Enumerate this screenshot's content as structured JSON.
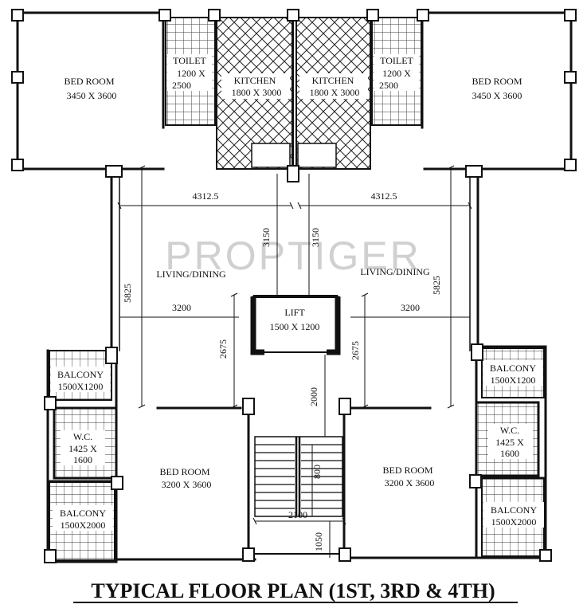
{
  "title": "TYPICAL FLOOR PLAN (1ST, 3RD & 4TH)",
  "watermark": "PROPTIGER",
  "left_unit": {
    "bedroom_top": {
      "name": "BED ROOM",
      "size": "3450 X 3600"
    },
    "toilet": {
      "name": "TOILET",
      "size_a": "1200 X",
      "size_b": "2500"
    },
    "kitchen": {
      "name": "KITCHEN",
      "size": "1800 X 3000"
    },
    "living": {
      "name": "LIVING/DINING"
    },
    "balcony_upper": {
      "name": "BALCONY",
      "size": "1500X1200"
    },
    "wc": {
      "name": "W.C.",
      "size_a": "1425 X",
      "size_b": "1600"
    },
    "balcony_lower": {
      "name": "BALCONY",
      "size": "1500X2000"
    },
    "bedroom_bottom": {
      "name": "BED ROOM",
      "size": "3200 X 3600"
    }
  },
  "right_unit": {
    "bedroom_top": {
      "name": "BED ROOM",
      "size": "3450 X 3600"
    },
    "toilet": {
      "name": "TOILET",
      "size_a": "1200 X",
      "size_b": "2500"
    },
    "kitchen": {
      "name": "KITCHEN",
      "size": "1800 X 3000"
    },
    "living": {
      "name": "LIVING/DINING"
    },
    "balcony_upper": {
      "name": "BALCONY",
      "size": "1500X1200"
    },
    "wc": {
      "name": "W.C.",
      "size_a": "1425 X",
      "size_b": "1600"
    },
    "balcony_lower": {
      "name": "BALCONY",
      "size": "1500X2000"
    },
    "bedroom_bottom": {
      "name": "BED ROOM",
      "size": "3200 X 3600"
    }
  },
  "lift": {
    "name": "LIFT",
    "size": "1500 X 1200"
  },
  "dimensions": {
    "width_left": "4312.5",
    "width_right": "4312.5",
    "height_left": "5825",
    "height_right": "5825",
    "kitchen_depth_left": "3150",
    "kitchen_depth_right": "3150",
    "lobby_left": "3200",
    "lobby_right": "3200",
    "lobby_depth_left": "2675",
    "lobby_depth_right": "2675",
    "stair_landing": "2000",
    "stair_flight": "800",
    "stair_width": "2100",
    "stair_bottom": "1050"
  }
}
